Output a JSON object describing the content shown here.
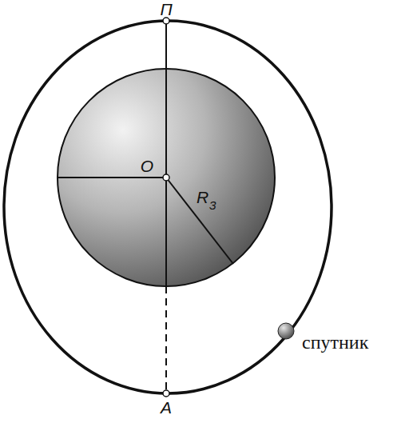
{
  "diagram": {
    "labels": [
      "П",
      "О",
      "R",
      "З",
      "А",
      "спутник"
    ]
  }
}
